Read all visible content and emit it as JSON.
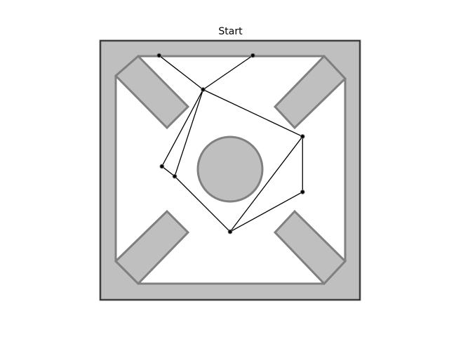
{
  "figure": {
    "title": "Start"
  },
  "colors": {
    "obstacle_fill": "#bfbfbf",
    "obstacle_edge": "#808080",
    "graph": "#000000",
    "background": "#ffffff"
  },
  "chart_data": {
    "type": "scatter",
    "title": "Start",
    "xlabel": "",
    "ylabel": "",
    "grid": false,
    "axes_visible": false,
    "nodes": [
      {
        "id": "n1",
        "x": -2.5,
        "y": 4.0
      },
      {
        "id": "n2",
        "x": 0.8,
        "y": 4.0
      },
      {
        "id": "n3",
        "x": -0.95,
        "y": 2.8
      },
      {
        "id": "n4",
        "x": 2.55,
        "y": 1.15
      },
      {
        "id": "n5",
        "x": -2.4,
        "y": 0.1
      },
      {
        "id": "n6",
        "x": -1.95,
        "y": -0.25
      },
      {
        "id": "n7",
        "x": 2.55,
        "y": -0.8
      },
      {
        "id": "n8",
        "x": 0.0,
        "y": -2.2
      }
    ],
    "edges": [
      [
        "n1",
        "n3"
      ],
      [
        "n2",
        "n3"
      ],
      [
        "n3",
        "n5"
      ],
      [
        "n3",
        "n6"
      ],
      [
        "n3",
        "n4"
      ],
      [
        "n5",
        "n6"
      ],
      [
        "n6",
        "n8"
      ],
      [
        "n8",
        "n4"
      ],
      [
        "n8",
        "n7"
      ],
      [
        "n4",
        "n7"
      ]
    ]
  }
}
